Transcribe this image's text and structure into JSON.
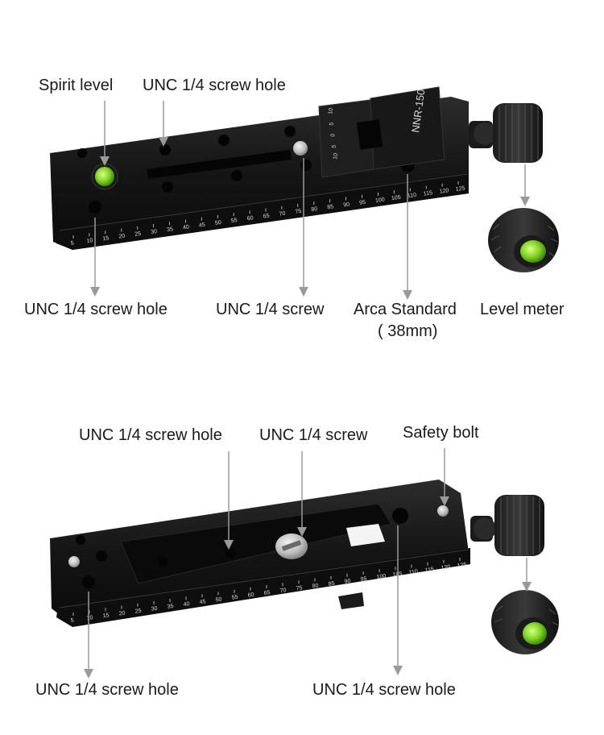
{
  "top_figure": {
    "labels": {
      "spirit_level": "Spirit level",
      "screw_hole_top": "UNC 1/4 screw hole",
      "screw_hole_bottom_left": "UNC 1/4 screw hole",
      "screw": "UNC 1/4 screw",
      "arca_standard_line1": "Arca Standard",
      "arca_standard_line2": "( 38mm)",
      "level_meter": "Level meter"
    },
    "engraving": "NNR-150",
    "scale_ticks": [
      "5",
      "10",
      "15",
      "20",
      "25",
      "30",
      "35",
      "40",
      "45",
      "50",
      "55",
      "60",
      "65",
      "70",
      "75",
      "80",
      "85",
      "90",
      "95",
      "100",
      "105",
      "110",
      "115",
      "120",
      "125"
    ],
    "clamp_scale_ticks": [
      "10",
      "5",
      "0",
      "5",
      "10"
    ]
  },
  "bottom_figure": {
    "labels": {
      "screw_hole_top": "UNC 1/4 screw hole",
      "screw": "UNC 1/4 screw",
      "safety_bolt": "Safety bolt",
      "screw_hole_bottom_left": "UNC 1/4 screw hole",
      "screw_hole_bottom_right": "UNC 1/4 screw hole"
    },
    "scale_ticks": [
      "5",
      "10",
      "15",
      "20",
      "25",
      "30",
      "35",
      "40",
      "45",
      "50",
      "55",
      "60",
      "65",
      "70",
      "75",
      "80",
      "85",
      "90",
      "95",
      "100",
      "105",
      "110",
      "115",
      "120",
      "125"
    ]
  },
  "colors": {
    "plate": "#141414",
    "plate_edge": "#2a2a2a",
    "scale_text": "#d8d8d8",
    "bubble": "#7ed321",
    "arrow": "#9a9a9a"
  }
}
